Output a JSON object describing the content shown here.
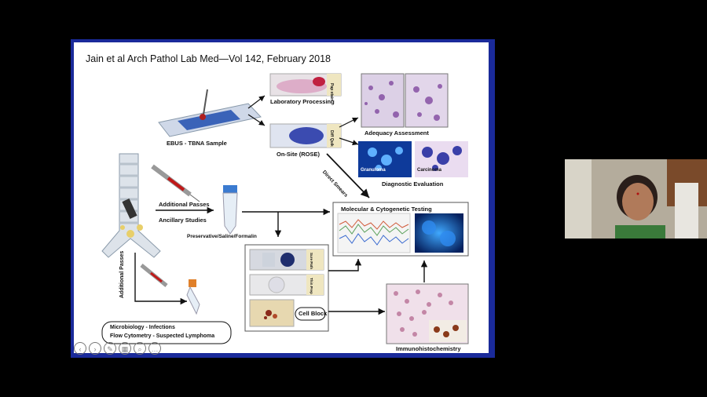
{
  "slide": {
    "citation": "Jain et al   Arch Pathol Lab Med—Vol 142, February 2018",
    "labels": {
      "pap_stain": "Pap stain",
      "laboratory_processing": "Laboratory Processing",
      "adequacy_assessment": "Adequacy Assessment",
      "diff_quik": "Diff Quik",
      "on_site": "On-Site (ROSE)",
      "ebus_sample": "EBUS - TBNA Sample",
      "granuloma": "Granuloma",
      "carcinoma": "Carcinoma",
      "diagnostic_evaluation": "Diagnostic Evaluation",
      "direct_smears": "Direct Smears",
      "additional_passes": "Additional Passes",
      "ancillary_studies": "Ancillary Studies",
      "preservative": "Preservative/Saline/Formalin",
      "molecular_testing": "Molecular & Cytogenetic Testing",
      "additional_passes_vertical": "Additional Passes",
      "surepath": "Sure Path",
      "thinprep": "Thin Prep",
      "cell_block": "Cell Block",
      "microbiology": "Microbiology - Infections",
      "flow_cytometry": "Flow Cytometry - Suspected Lymphoma",
      "immunohistochemistry": "Immunohistochemistry"
    }
  },
  "controls": [
    {
      "name": "prev-slide-button",
      "glyph": "‹"
    },
    {
      "name": "next-slide-button",
      "glyph": "›"
    },
    {
      "name": "pen-tool-button",
      "glyph": "✎"
    },
    {
      "name": "slides-grid-button",
      "glyph": "▦"
    },
    {
      "name": "zoom-button",
      "glyph": "⌕"
    },
    {
      "name": "more-options-button",
      "glyph": "…"
    }
  ],
  "colors": {
    "frame_blue": "#1a2a9a",
    "pap_pink": "#d9a0c0",
    "diff_blue": "#3b4bb0",
    "fluor_blue": "#1f6fd8"
  }
}
